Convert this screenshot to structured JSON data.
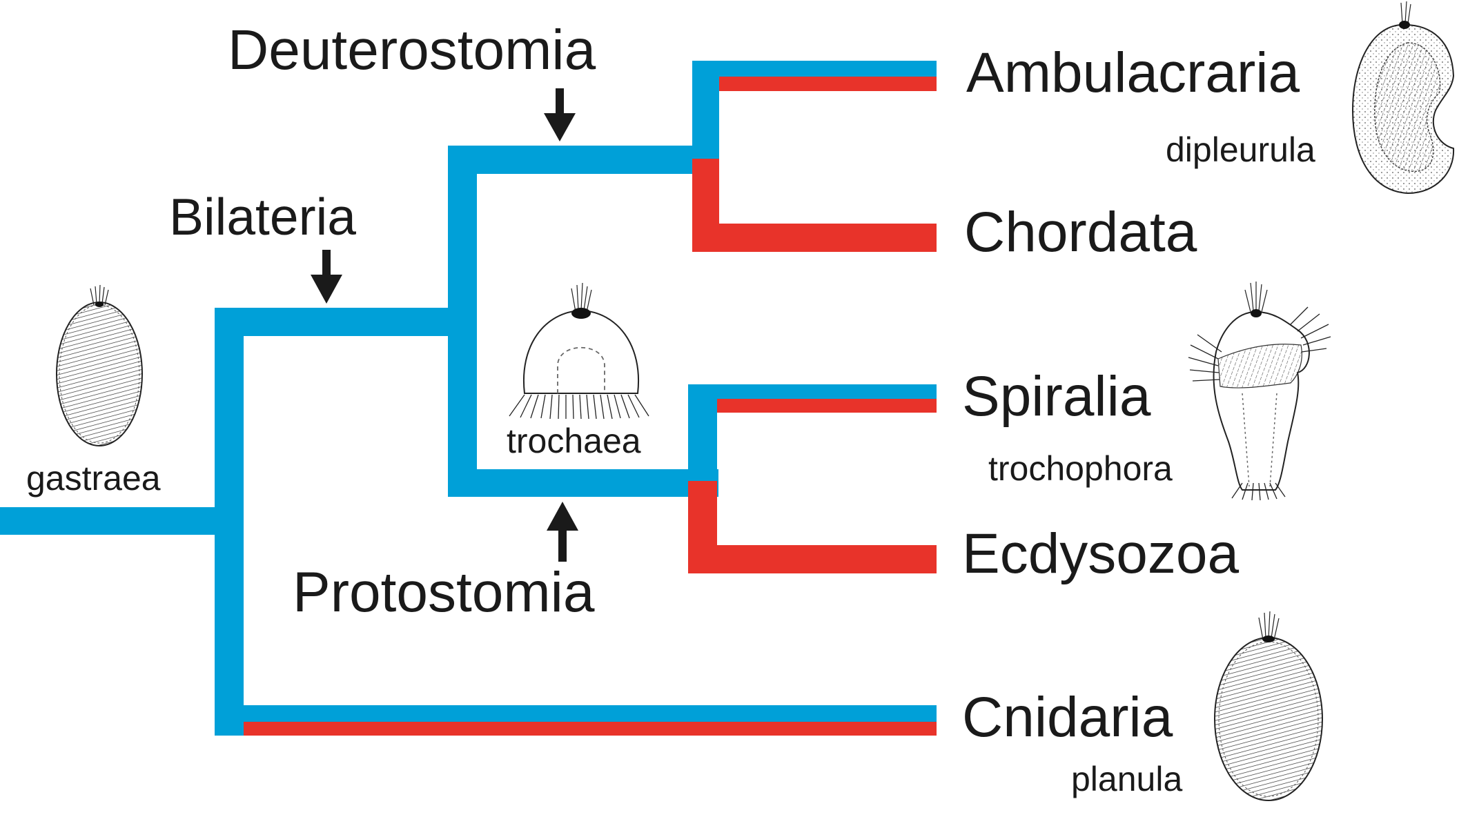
{
  "colors": {
    "blue": "#00a0d8",
    "red": "#e8332a",
    "ink": "#1a1a1a"
  },
  "clade_labels": {
    "deuterostomia": "Deuterostomia",
    "bilateria": "Bilateria",
    "protostomia": "Protostomia"
  },
  "taxa": {
    "ambulacraria": "Ambulacraria",
    "chordata": "Chordata",
    "spiralia": "Spiralia",
    "ecdysozoa": "Ecdysozoa",
    "cnidaria": "Cnidaria"
  },
  "larvae": {
    "gastraea": "gastraea",
    "trochaea": "trochaea",
    "dipleurula": "dipleurula",
    "trochophora": "trochophora",
    "planula": "planula"
  },
  "icons": [
    "gastraea-larva-icon",
    "trochaea-larva-icon",
    "dipleurula-larva-icon",
    "trochophora-larva-icon",
    "planula-larva-icon",
    "down-arrow-icon",
    "up-arrow-icon"
  ]
}
